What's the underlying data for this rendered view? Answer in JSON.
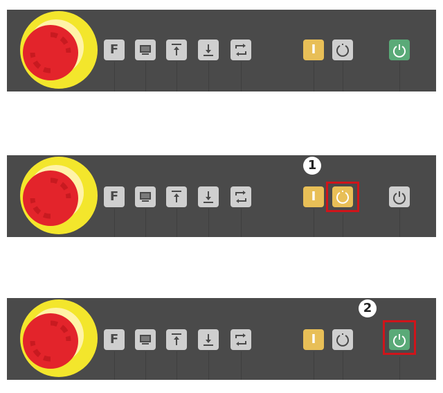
{
  "panels": [
    {
      "power_state": "on"
    },
    {
      "callout": "1",
      "highlight": "standby-button",
      "power_state": "off"
    },
    {
      "callout": "2",
      "highlight": "power-button",
      "power_state": "on"
    }
  ],
  "buttons": {
    "f_label": "F",
    "i_label": "I"
  },
  "colors": {
    "panel": "#4a4a4a",
    "estop_ring": "#f3e62c",
    "estop_red": "#e3242b",
    "button_grey": "#cfcfcf",
    "button_yellow": "#e8bf57",
    "button_green": "#5aaa78",
    "highlight": "#d0141a"
  },
  "icons": {
    "estop": "emergency-stop-icon",
    "f": "function-icon",
    "monitor": "monitor-icon",
    "arrow_up": "arrow-up-icon",
    "arrow_down": "arrow-down-icon",
    "cycle": "cycle-icon",
    "standby": "standby-icon",
    "power": "power-icon"
  }
}
